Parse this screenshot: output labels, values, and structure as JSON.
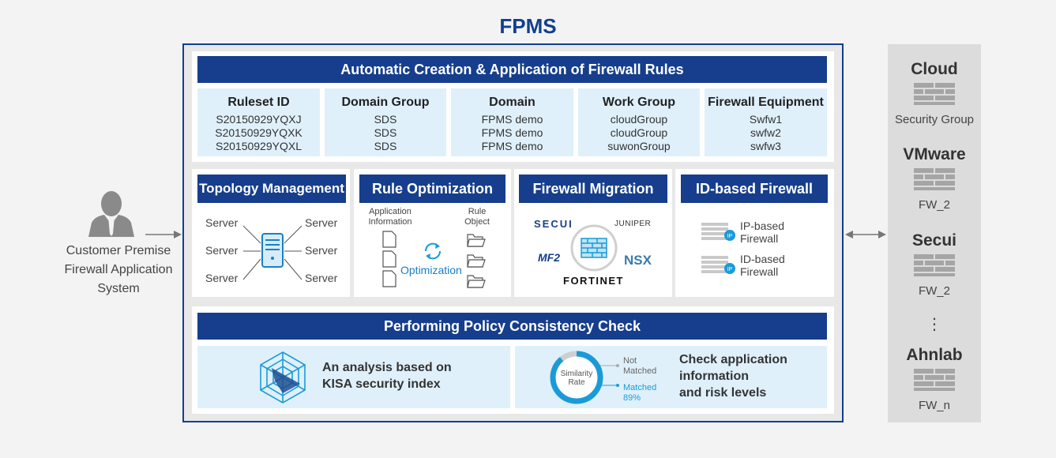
{
  "title": "FPMS",
  "customer": {
    "lines": [
      "Customer Premise",
      "Firewall Application",
      "System"
    ]
  },
  "rules": {
    "header": "Automatic Creation & Application of Firewall Rules",
    "columns": [
      {
        "header": "Ruleset ID",
        "values": [
          "S20150929YQXJ",
          "S20150929YQXK",
          "S20150929YQXL"
        ]
      },
      {
        "header": "Domain Group",
        "values": [
          "SDS",
          "SDS",
          "SDS"
        ]
      },
      {
        "header": "Domain",
        "values": [
          "FPMS demo",
          "FPMS demo",
          "FPMS demo"
        ]
      },
      {
        "header": "Work Group",
        "values": [
          "cloudGroup",
          "cloudGroup",
          "suwonGroup"
        ]
      },
      {
        "header": "Firewall Equipment",
        "values": [
          "Swfw1",
          "swfw2",
          "swfw3"
        ]
      }
    ]
  },
  "topology": {
    "header": "Topology Management",
    "server_label": "Server"
  },
  "optimization": {
    "header": "Rule Optimization",
    "app_info": "Application Information",
    "rule_object": "Rule Object",
    "center_label": "Optimization"
  },
  "migration": {
    "header": "Firewall Migration",
    "vendors": [
      "SECUI",
      "JUNIPER",
      "MF2",
      "NSX",
      "FORTINET"
    ]
  },
  "idfw": {
    "header": "ID-based Firewall",
    "items": [
      "IP-based Firewall",
      "ID-based Firewall"
    ]
  },
  "policy": {
    "header": "Performing Policy Consistency Check",
    "left_text": [
      "An analysis based on",
      "KISA security index"
    ],
    "similarity_label": [
      "Similarity",
      "Rate"
    ],
    "not_matched": [
      "Not",
      "Matched"
    ],
    "matched": "Matched",
    "matched_pct": "89%",
    "matched_value": 89,
    "right_text": [
      "Check application",
      "information",
      "and risk levels"
    ]
  },
  "targets": [
    {
      "title": "Cloud",
      "sub": "Security Group"
    },
    {
      "title": "VMware",
      "sub": "FW_2"
    },
    {
      "title": "Secui",
      "sub": "FW_2"
    },
    {
      "title": "Ahnlab",
      "sub": "FW_n"
    }
  ],
  "ellipsis": "⋮",
  "colors": {
    "navy": "#163e8c",
    "light_blue": "#dff0fb",
    "cyan": "#1a9bd7",
    "gray": "#dcdcdc"
  }
}
